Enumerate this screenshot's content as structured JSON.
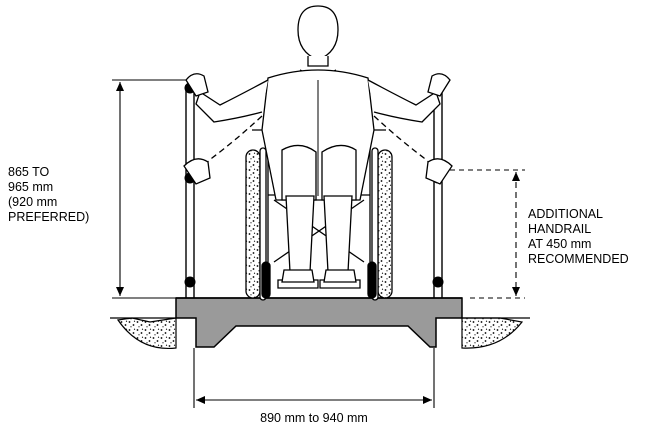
{
  "labels": {
    "height_line1": "865 TO",
    "height_line2": "965 mm",
    "height_line3": "(920 mm",
    "height_line4": "PREFERRED)",
    "additional_line1": "ADDITIONAL",
    "additional_line2": "HANDRAIL",
    "additional_line3": "AT 450 mm",
    "additional_line4": "RECOMMENDED",
    "width": "890 mm to 940 mm"
  },
  "colors": {
    "line": "#000000",
    "background": "#ffffff",
    "platform_fill": "#9a9a9a",
    "figure_fill": "#ffffff"
  }
}
